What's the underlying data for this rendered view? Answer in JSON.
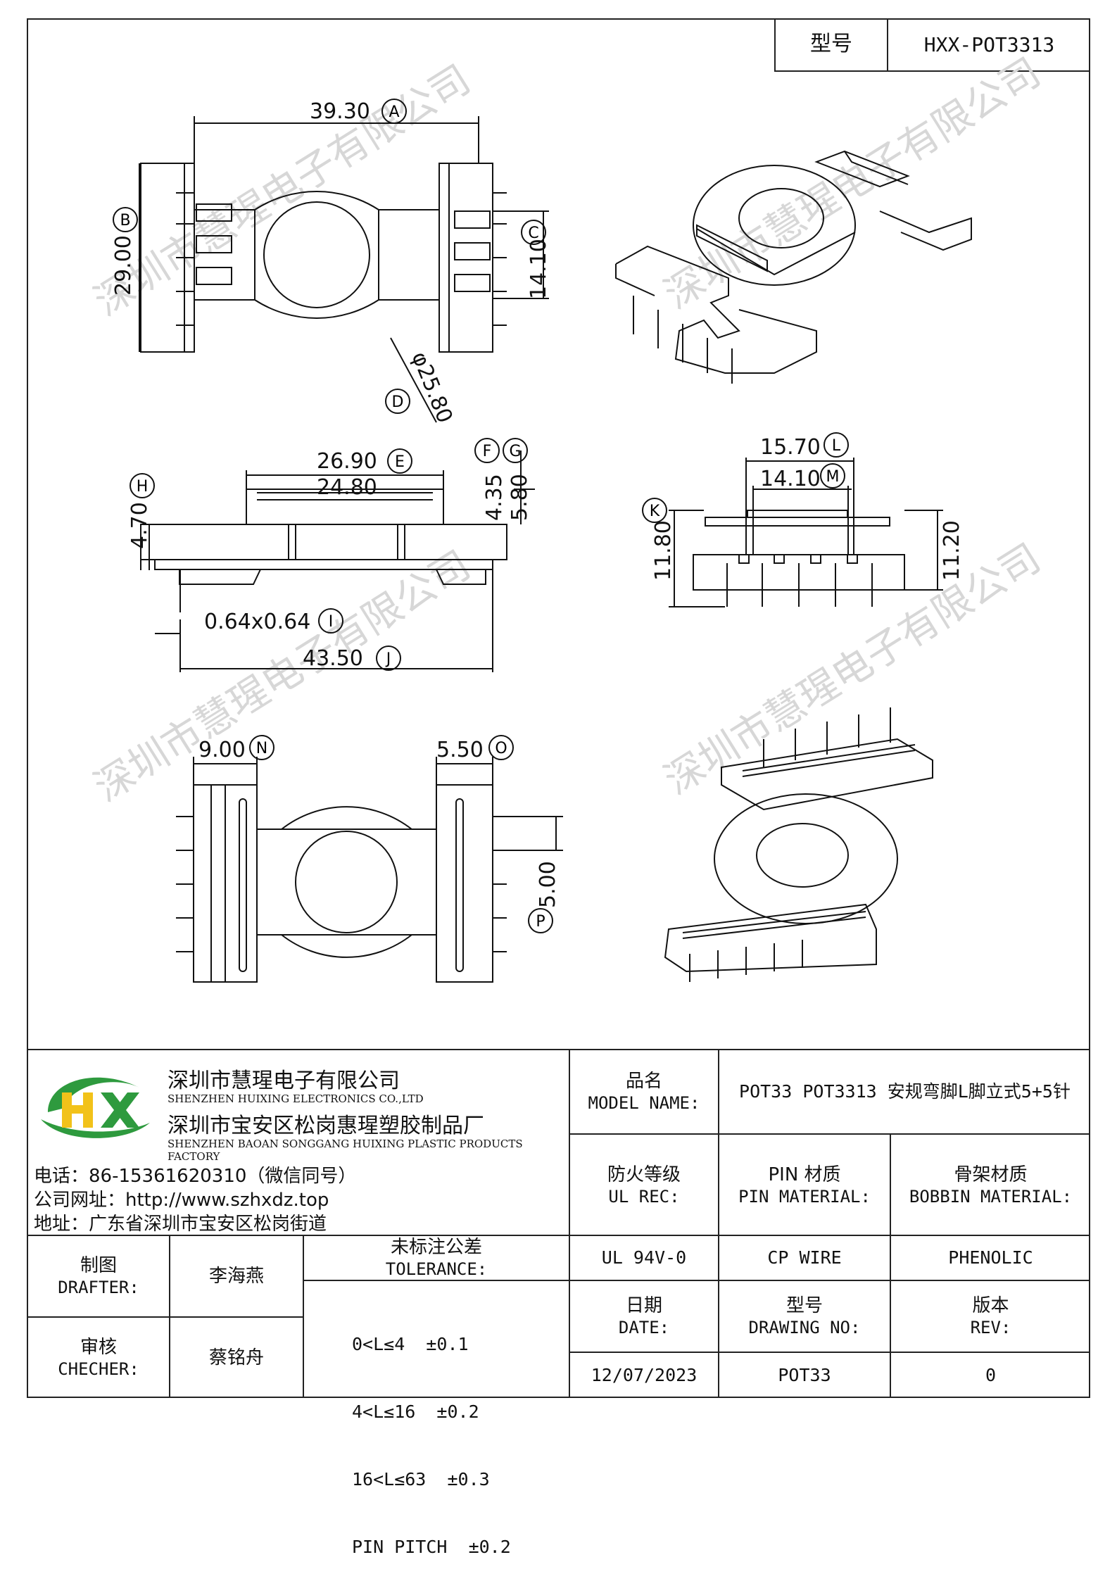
{
  "header": {
    "model_label": "型号",
    "model_value": "HXX-POT3313"
  },
  "dimensions": {
    "A": "39.30",
    "B": "29.00",
    "C": "14.10",
    "D": "φ25.80",
    "E": "26.90",
    "E_inner": "24.80",
    "F": "4.35",
    "G": "5.80",
    "H": "4.70",
    "I": "0.64x0.64",
    "J": "43.50",
    "K": "11.80",
    "L": "15.70",
    "M": "14.10",
    "side_height": "11.20",
    "N": "9.00",
    "O": "5.50",
    "P": "5.00"
  },
  "markers": [
    "A",
    "B",
    "C",
    "D",
    "E",
    "F",
    "G",
    "H",
    "I",
    "J",
    "K",
    "L",
    "M",
    "N",
    "O",
    "P"
  ],
  "watermark": "深圳市慧瑆电子有限公司",
  "company": {
    "name_cn": "深圳市慧瑆电子有限公司",
    "name_en": "SHENZHEN HUIXING ELECTRONICS CO.,LTD",
    "factory_cn": "深圳市宝安区松岗惠瑆塑胶制品厂",
    "factory_en": "SHENZHEN BAOAN SONGGANG HUIXING PLASTIC PRODUCTS FACTORY",
    "phone": "电话：86-15361620310（微信同号）",
    "website": "公司网址：http://www.szhxdz.top",
    "address": "地址：广东省深圳市宝安区松岗街道",
    "logo_text": "HX",
    "logo_colors": {
      "green": "#2e9a3e",
      "yellow": "#f2c21a"
    }
  },
  "titleblock": {
    "model_name_label_cn": "品名",
    "model_name_label_en": "MODEL NAME:",
    "model_name_value": "POT33 POT3313 安规弯脚L脚立式5+5针",
    "ul_label_cn": "防火等级",
    "ul_label_en": "UL REC:",
    "pin_label_cn": "PIN 材质",
    "pin_label_en": "PIN MATERIAL:",
    "bobbin_label_cn": "骨架材质",
    "bobbin_label_en": "BOBBIN MATERIAL:",
    "ul_value": "UL 94V-0",
    "pin_value": "CP WIRE",
    "bobbin_value": "PHENOLIC",
    "drafter_label_cn": "制图",
    "drafter_label_en": "DRAFTER:",
    "drafter_value": "李海燕",
    "checker_label_cn": "审核",
    "checker_label_en": "CHECHER:",
    "checker_value": "蔡铭舟",
    "tolerance_label_cn": "未标注公差",
    "tolerance_label_en": "TOLERANCE:",
    "tolerances": [
      "0<L≤4  ±0.1",
      "4<L≤16  ±0.2",
      "16<L≤63  ±0.3",
      "PIN PITCH  ±0.2"
    ],
    "date_label_cn": "日期",
    "date_label_en": "DATE:",
    "drawing_label_cn": "型号",
    "drawing_label_en": "DRAWING NO:",
    "rev_label_cn": "版本",
    "rev_label_en": "REV:",
    "date_value": "12/07/2023",
    "drawing_value": "POT33",
    "rev_value": "0"
  }
}
